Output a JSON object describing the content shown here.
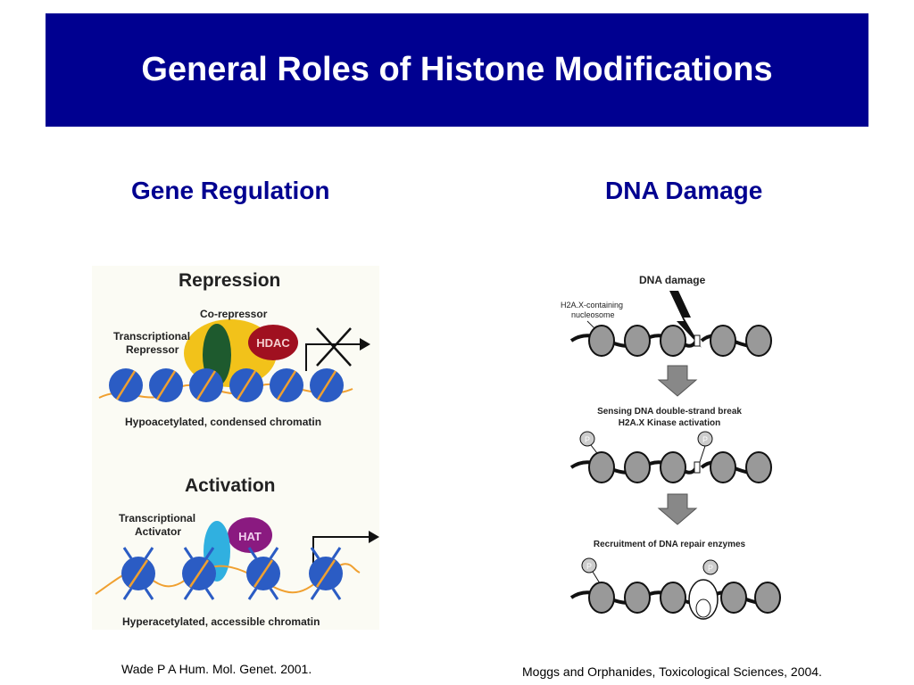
{
  "slide": {
    "title": "General Roles of Histone Modifications",
    "left_heading": "Gene Regulation",
    "right_heading": "DNA Damage",
    "citation_left": "Wade P A Hum. Mol. Genet. 2001.",
    "citation_right": "Moggs and Orphanides, Toxicological Sciences, 2004."
  },
  "colors": {
    "title_bg": "#000090",
    "heading": "#000090",
    "nucleosome": "#2b5cc4",
    "dna_strand": "#f0a030",
    "hdac": "#a01020",
    "hat": "#8a1a80",
    "repressor": "#1e5a2e",
    "co_repressor": "#f2c21a",
    "activator": "#30b0e0"
  },
  "gene_regulation_figure": {
    "repression_title": "Repression",
    "co_repressor_label": "Co-repressor",
    "repressor_label_line1": "Transcriptional",
    "repressor_label_line2": "Repressor",
    "hdac_label": "HDAC",
    "repression_caption": "Hypoacetylated, condensed chromatin",
    "activation_title": "Activation",
    "activator_label_line1": "Transcriptional",
    "activator_label_line2": "Activator",
    "hat_label": "HAT",
    "activation_caption": "Hyperacetylated, accessible chromatin"
  },
  "dna_damage_figure": {
    "damage_label": "DNA damage",
    "nucleosome_label_line1": "H2A.X-containing",
    "nucleosome_label_line2": "nucleosome",
    "step2_line1": "Sensing DNA double-strand break",
    "step2_line2": "H2A.X Kinase activation",
    "step3_label": "Recruitment of DNA repair enzymes",
    "phospho_label": "P"
  }
}
